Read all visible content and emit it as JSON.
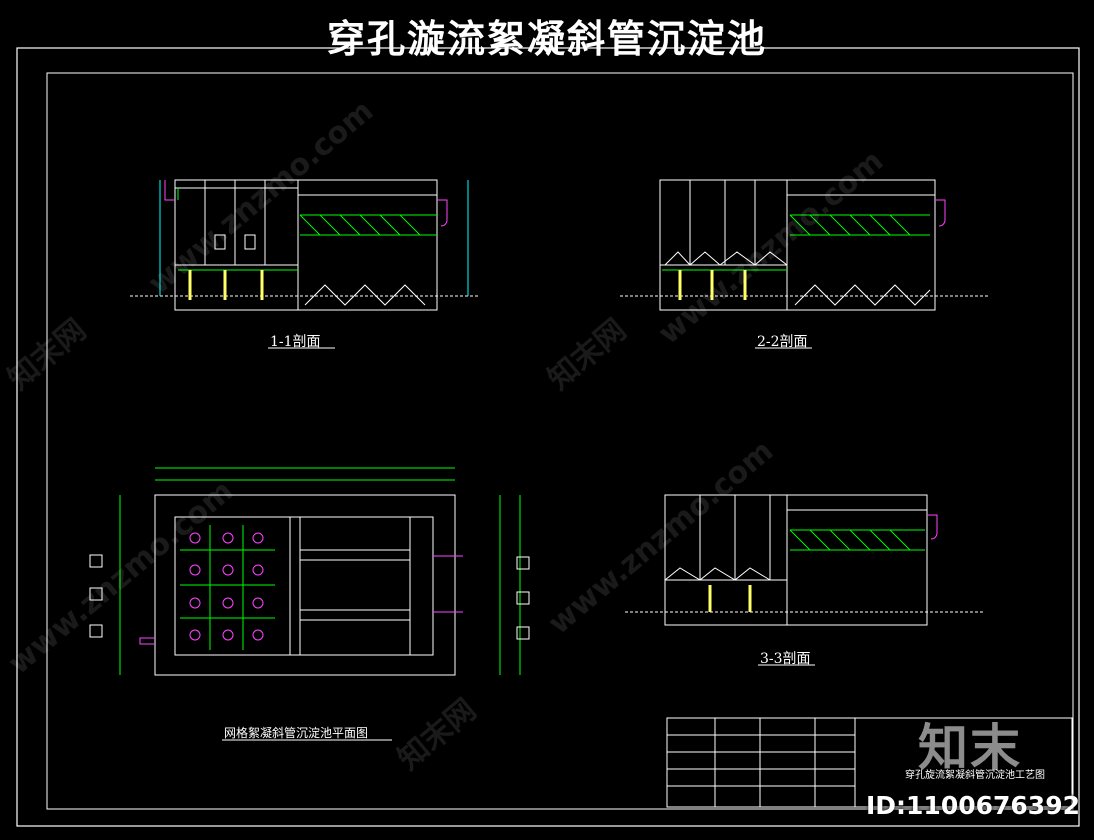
{
  "title": "穿孔漩流絮凝斜管沉淀池",
  "sections": {
    "s1": "1-1剖面",
    "s2": "2-2剖面",
    "s3": "3-3剖面",
    "plan": "网格絮凝斜管沉淀池平面图"
  },
  "title_block": {
    "drawing_name": "穿孔旋流絮凝斜管沉淀池工艺图"
  },
  "watermark": {
    "site": "www.znzmo.com",
    "brand": "知末",
    "brand_cn_small": "知末网"
  },
  "id_tag": "ID:1100676392",
  "colors": {
    "background": "#000000",
    "lines": "#ffffff",
    "green": "#00ff00",
    "cyan": "#00ffff",
    "yellow": "#ffff66",
    "magenta": "#ff44ff"
  }
}
